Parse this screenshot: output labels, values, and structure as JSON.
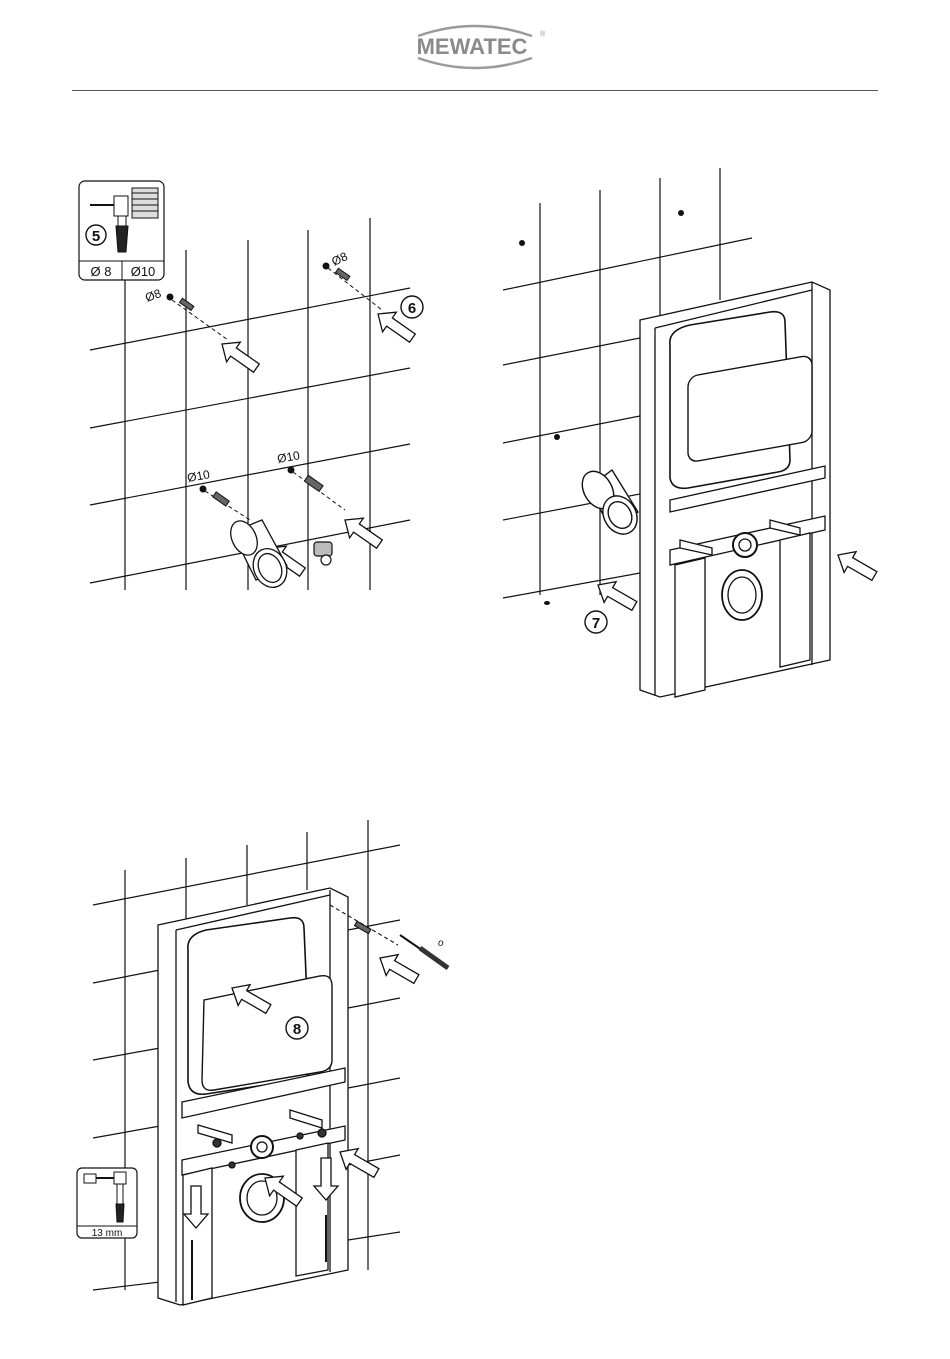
{
  "brand": {
    "name": "MEWATEC",
    "mark": "®",
    "color": "#8a8a8a"
  },
  "figure_5": {
    "step": "5",
    "sizes": [
      "Ø 8",
      "Ø10"
    ]
  },
  "figure_6": {
    "step": "6",
    "hole_small": "Ø8",
    "hole_large": "Ø10"
  },
  "figure_7": {
    "step": "7"
  },
  "figure_8": {
    "step": "8",
    "wrench_size": "13 mm",
    "small_mark": "o"
  }
}
